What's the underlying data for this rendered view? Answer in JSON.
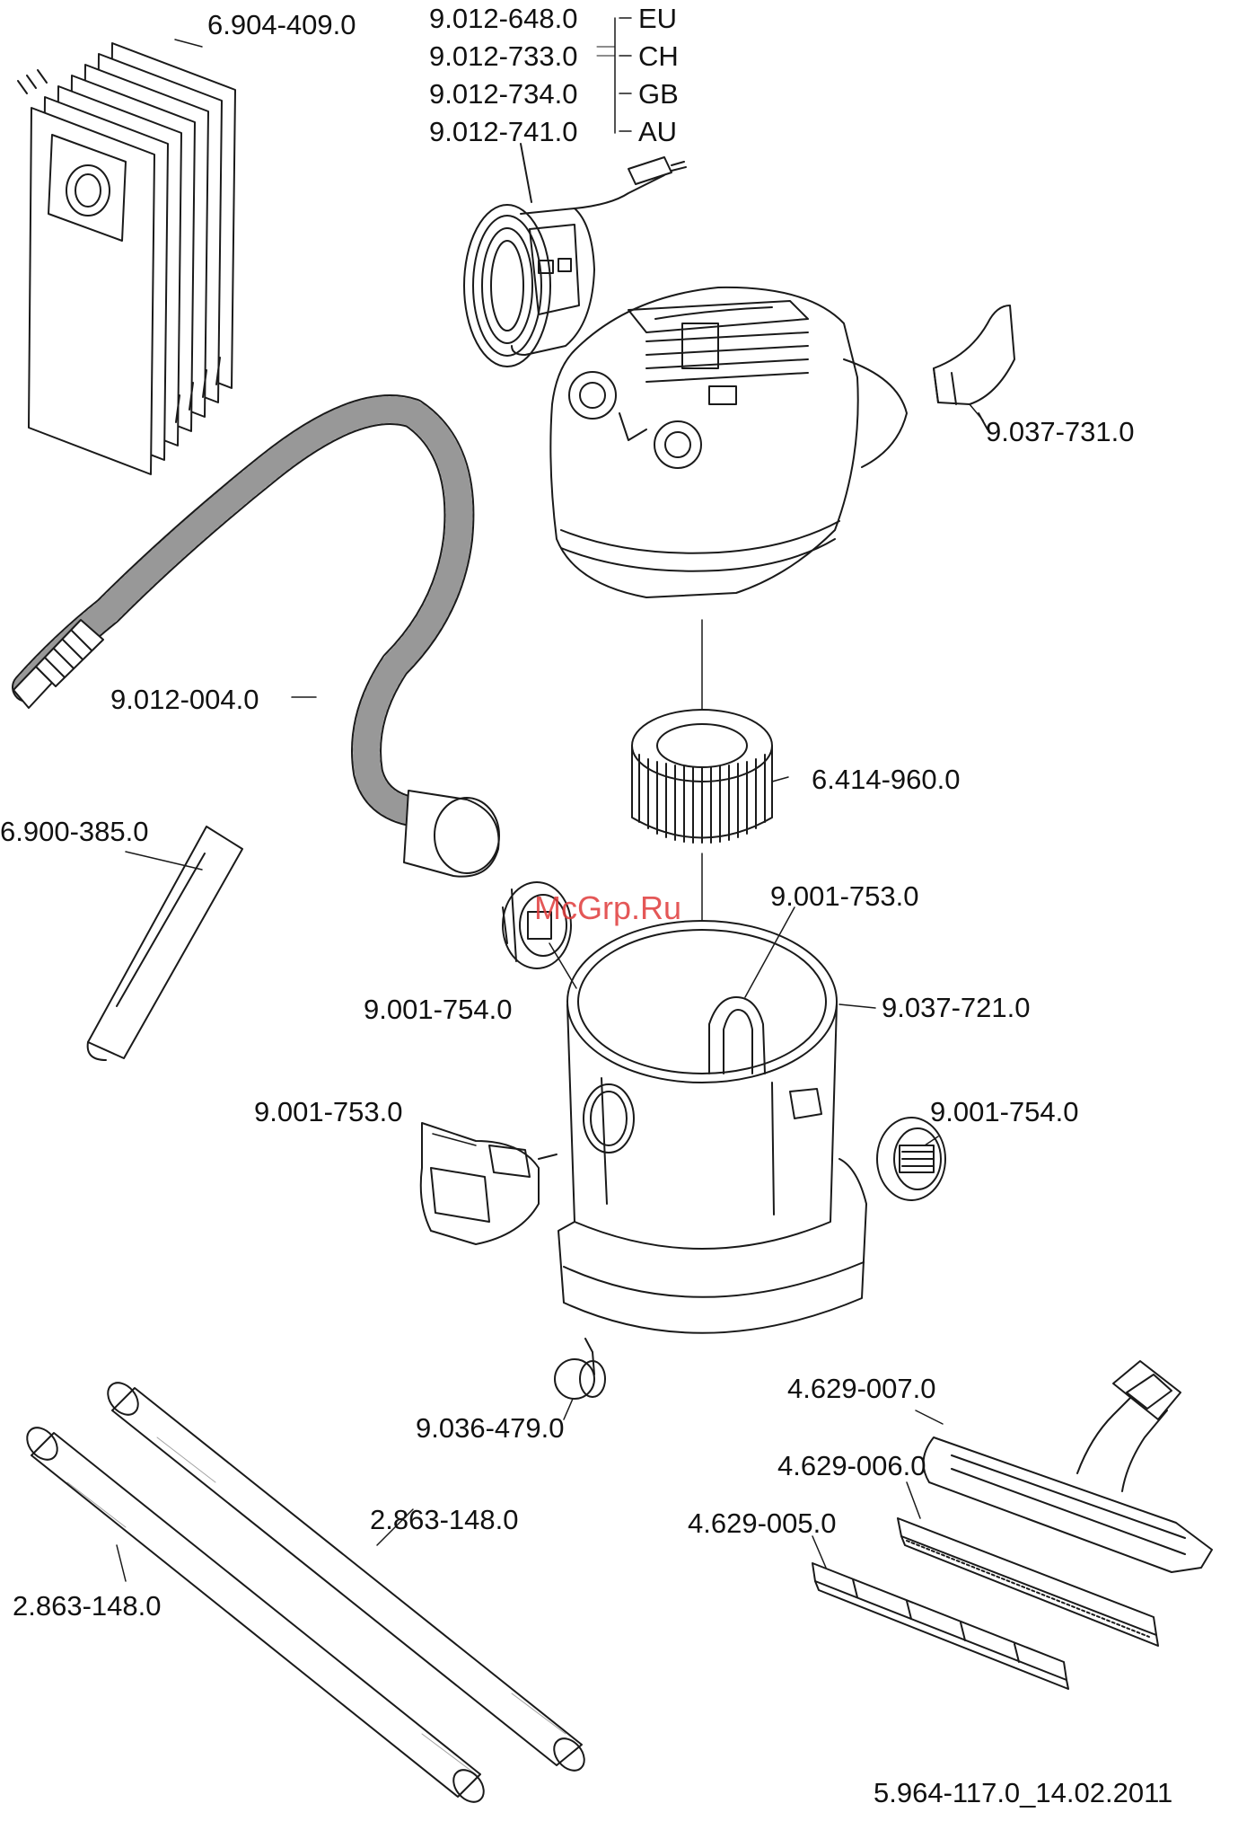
{
  "watermark": "McGrp.Ru",
  "footer": "5.964-117.0_14.02.2011",
  "parts": {
    "bags": "6.904-409.0",
    "cable_eu": "9.012-648.0",
    "cable_ch": "9.012-733.0",
    "cable_gb": "9.012-734.0",
    "cable_au": "9.012-741.0",
    "accessory_holder": "9.037-731.0",
    "hose": "9.012-004.0",
    "cartridge_filter": "6.414-960.0",
    "crevice_nozzle": "6.900-385.0",
    "latch_top": "9.001-753.0",
    "latch_left_knob": "9.001-754.0",
    "container": "9.037-721.0",
    "latch_left": "9.001-753.0",
    "latch_right_knob": "9.001-754.0",
    "castor": "9.036-479.0",
    "floor_nozzle": "4.629-007.0",
    "brush_strip": "4.629-006.0",
    "rubber_strip": "4.629-005.0",
    "tube_right": "2.863-148.0",
    "tube_left": "2.863-148.0"
  },
  "regions": {
    "eu": "EU",
    "ch": "CH",
    "gb": "GB",
    "au": "AU"
  }
}
